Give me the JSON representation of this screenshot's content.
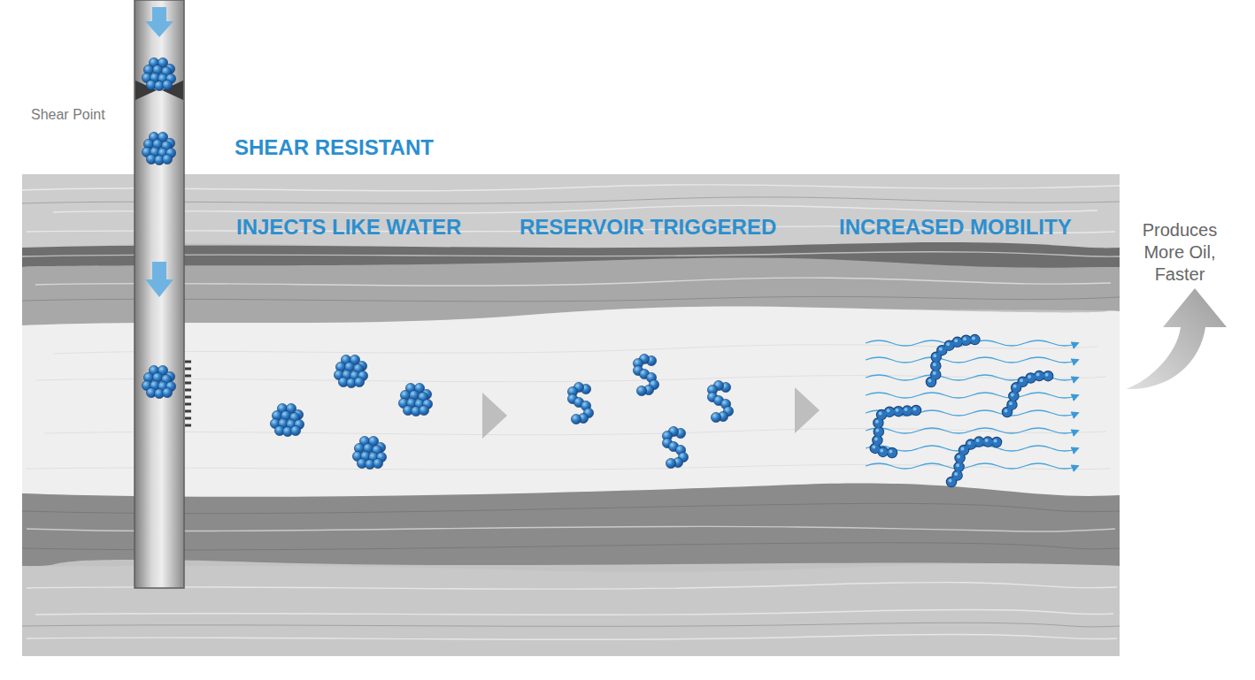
{
  "diagram": {
    "labels": [
      "Shear Point",
      "SHEAR RESISTANT",
      "INJECTS LIKE WATER",
      "RESERVOIR TRIGGERED",
      "INCREASED MOBILITY",
      "Produces More Oil, Faster"
    ]
  }
}
